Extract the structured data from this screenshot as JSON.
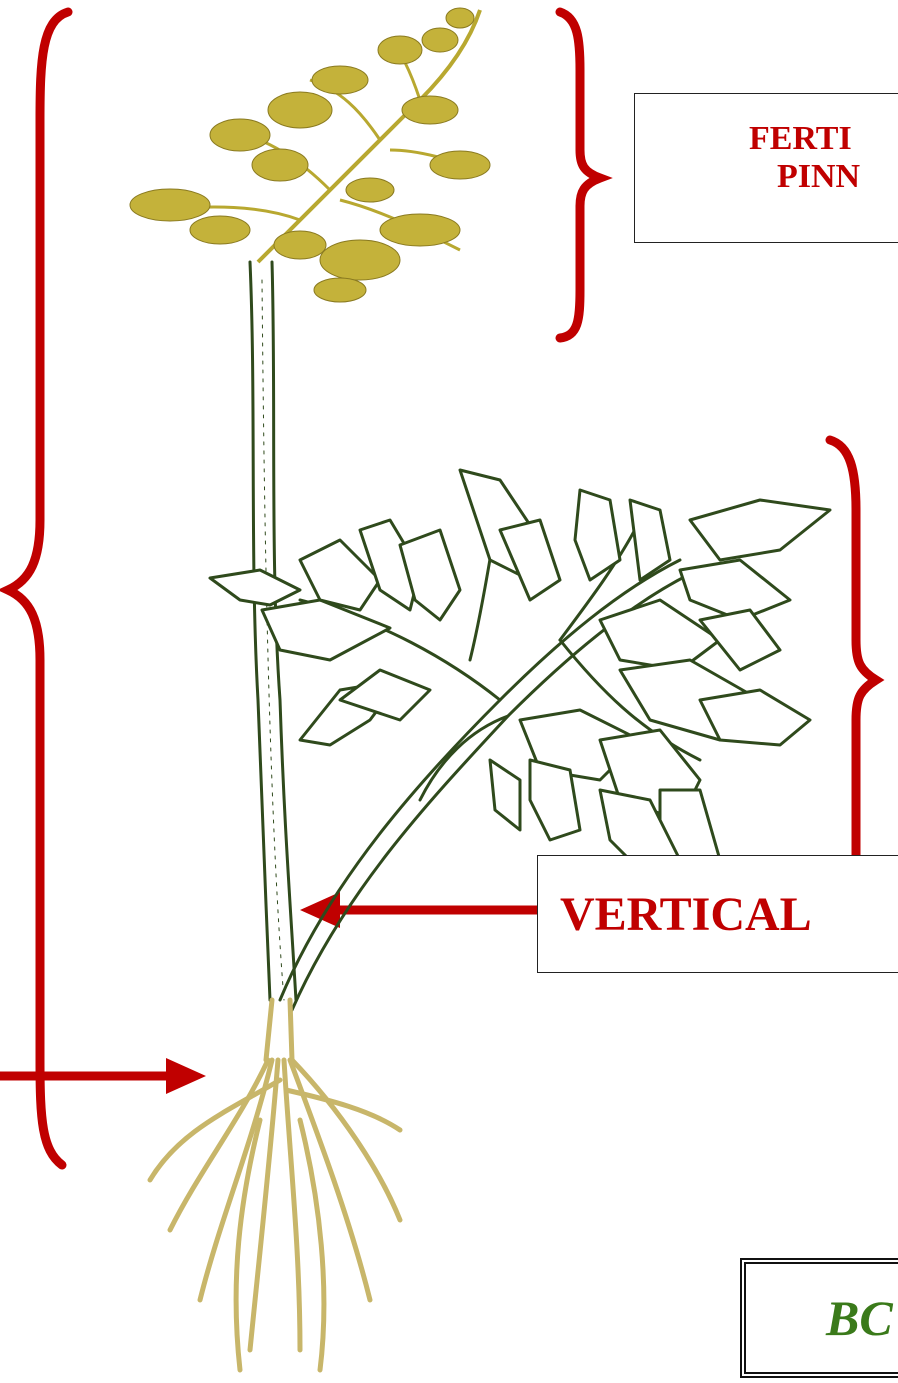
{
  "labels": {
    "fertile_line1": "FERTI",
    "fertile_line2": "PINN",
    "vertical": "VERTICAL",
    "bottom": "BC"
  },
  "colors": {
    "bracket": "#c00000",
    "label_text": "#c00000",
    "fertile_frond": "#b8a830",
    "sterile_leaf": "#2f4a1c",
    "stem": "#2f4a1c",
    "roots": "#c8b66a",
    "bottom_text": "#3a7a1a"
  }
}
